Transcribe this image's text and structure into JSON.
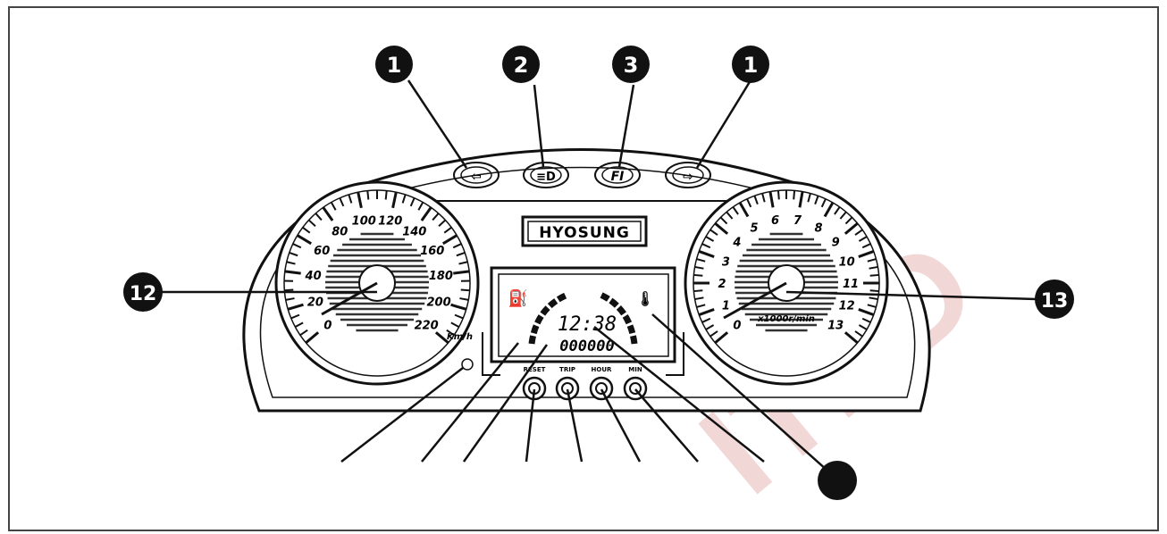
{
  "brand": "HYOSUNG",
  "callouts": {
    "left_turn": "1",
    "high_beam": "2",
    "fi_warning": "3",
    "right_turn": "1",
    "speedometer": "12",
    "tachometer": "13"
  },
  "indicators": {
    "left_turn_glyph": "⇦",
    "high_beam_glyph": "≡D",
    "fi_glyph": "FI",
    "right_turn_glyph": "⇨"
  },
  "speedometer": {
    "ticks": [
      "0",
      "20",
      "40",
      "60",
      "80",
      "100",
      "120",
      "140",
      "160",
      "180",
      "200",
      "220"
    ],
    "unit": "Km/h"
  },
  "tachometer": {
    "ticks": [
      "0",
      "1",
      "2",
      "3",
      "4",
      "5",
      "6",
      "7",
      "8",
      "9",
      "10",
      "11",
      "12",
      "13"
    ],
    "unit": "x1000r/min"
  },
  "lcd": {
    "clock": "12:38",
    "odometer": "000000"
  },
  "buttons": [
    "RESET",
    "TRIP",
    "HOUR",
    "MIN"
  ],
  "watermark": "ITED",
  "colors": {
    "line": "#111111",
    "watermark": "#e6b7b7"
  }
}
